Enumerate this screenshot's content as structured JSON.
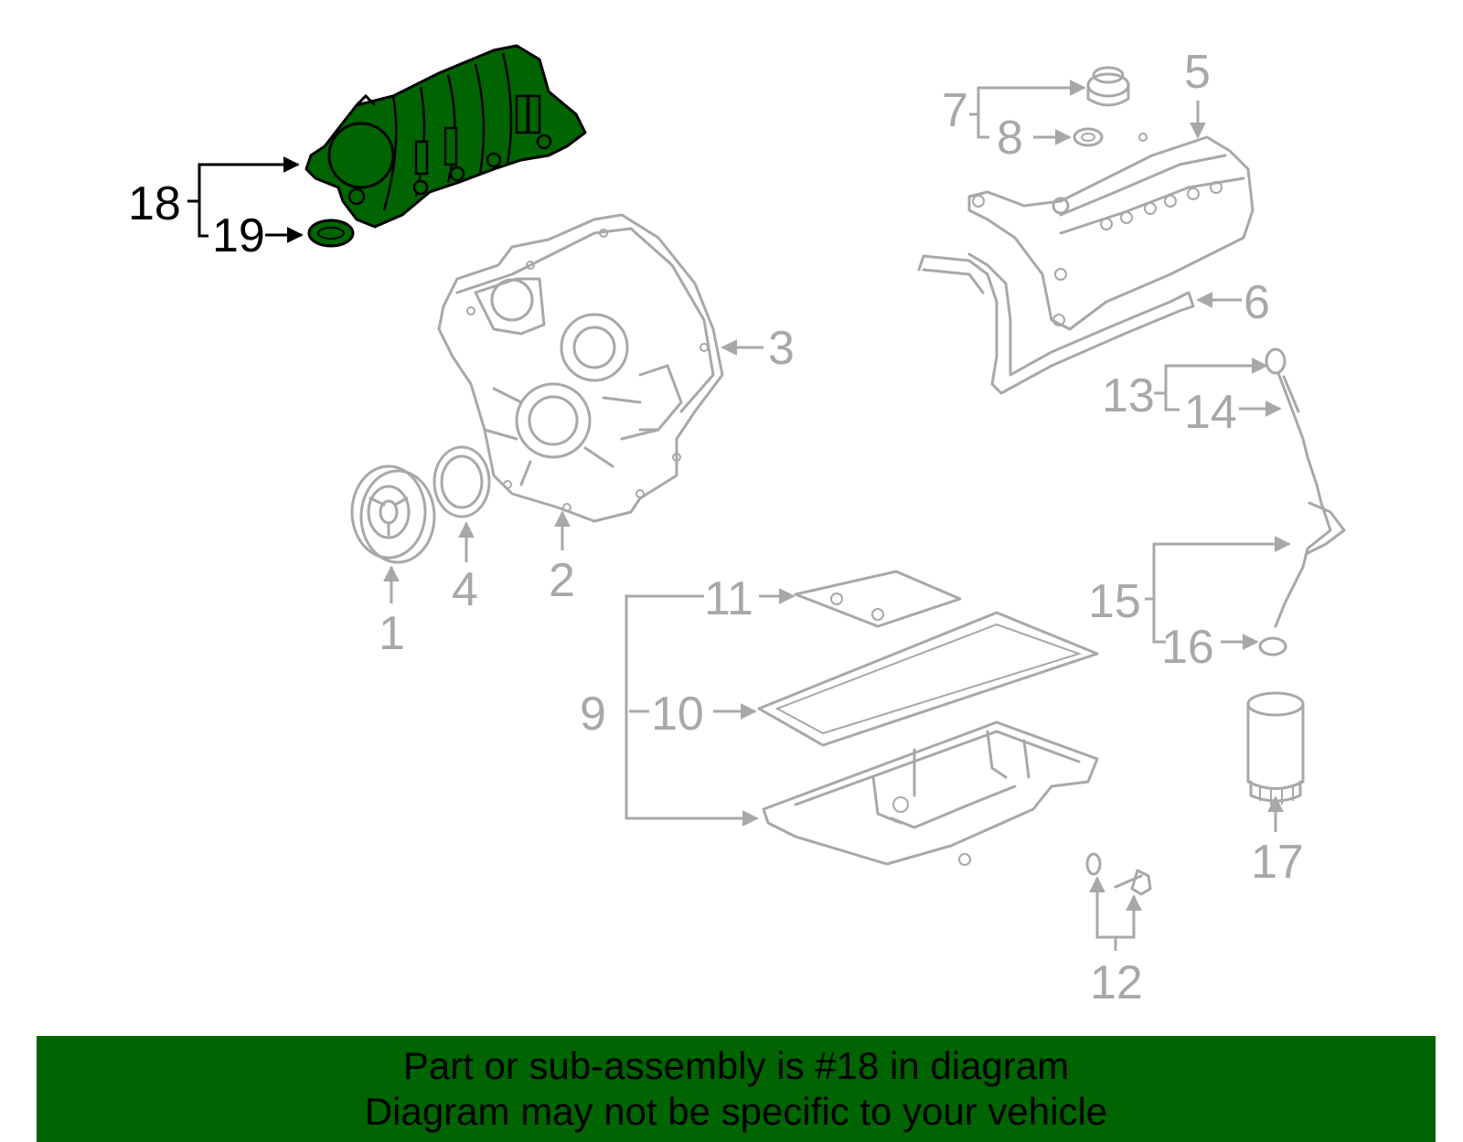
{
  "diagram": {
    "highlight_color": "#006400",
    "muted_color": "#a8a8a8",
    "callouts": {
      "c1": "1",
      "c2": "2",
      "c3": "3",
      "c4": "4",
      "c5": "5",
      "c6": "6",
      "c7": "7",
      "c8": "8",
      "c9": "9",
      "c10": "10",
      "c11": "11",
      "c12": "12",
      "c13": "13",
      "c14": "14",
      "c15": "15",
      "c16": "16",
      "c17": "17",
      "c18": "18",
      "c19": "19"
    },
    "highlighted_part": "18"
  },
  "banner": {
    "line1": "Part or sub-assembly is #18 in diagram",
    "line2": "Diagram may not be specific to your vehicle",
    "background": "#006400"
  }
}
